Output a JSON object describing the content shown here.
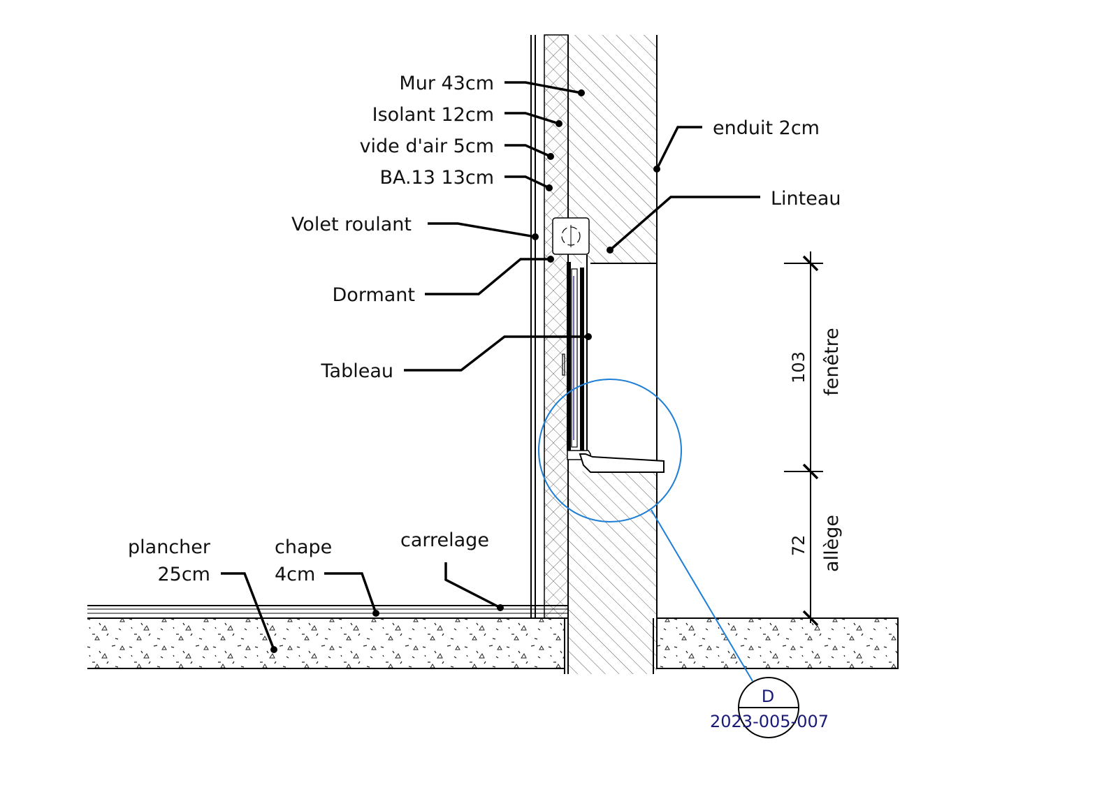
{
  "labels": {
    "mur": "Mur 43cm",
    "isolant": "Isolant 12cm",
    "vide_air": "vide d'air 5cm",
    "ba13": "BA.13 13cm",
    "volet": "Volet roulant",
    "dormant": "Dormant",
    "tableau": "Tableau",
    "enduit": "enduit 2cm",
    "linteau": "Linteau",
    "plancher_1": "plancher",
    "plancher_2": "25cm",
    "chape_1": "chape",
    "chape_2": "4cm",
    "carrelage": "carrelage"
  },
  "dimensions": {
    "fenetre_value": "103",
    "fenetre_label": "fenêtre",
    "allege_value": "72",
    "allege_label": "allège"
  },
  "detail_callout": {
    "letter": "D",
    "reference": "2023-005-007",
    "color": "#1e7fd6"
  }
}
